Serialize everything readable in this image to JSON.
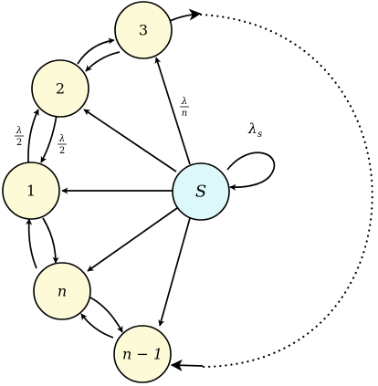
{
  "nodes": {
    "n3": {
      "label": "3",
      "fill": "#fdfbd7"
    },
    "n2": {
      "label": "2",
      "fill": "#fdfbd7"
    },
    "n1": {
      "label": "1",
      "fill": "#fdfbd7"
    },
    "nn": {
      "label": "n",
      "fill": "#fdfbd7"
    },
    "nn1": {
      "label": "n − 1",
      "fill": "#fdfbd7"
    },
    "sink": {
      "label": "S",
      "fill": "#dcf8fb"
    }
  },
  "edge_labels": {
    "lambda_over_2_up": {
      "num": "λ",
      "den": "2"
    },
    "lambda_over_2_down": {
      "num": "λ",
      "den": "2"
    },
    "lambda_over_n": {
      "num": "λ",
      "den": "n"
    },
    "self_loop": {
      "main": "λ",
      "sub": "s"
    }
  }
}
